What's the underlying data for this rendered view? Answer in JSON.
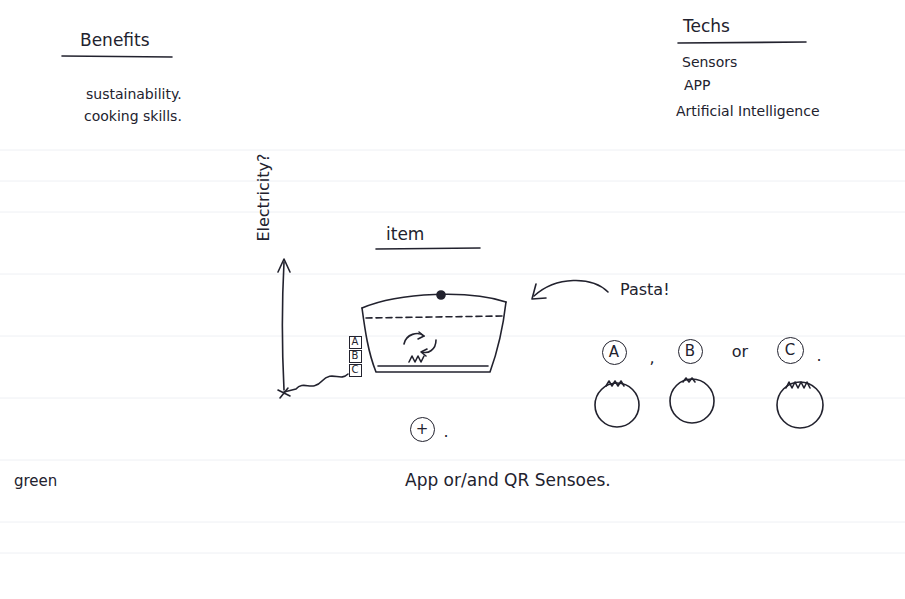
{
  "diagram": {
    "nodes": [
      {
        "text": [
          "A"
        ]
      },
      {
        "text": [
          "B"
        ]
      },
      {
        "text": [
          "C"
        ]
      },
      {
        "text": [
          "A"
        ]
      },
      {
        "text": [
          "B"
        ]
      },
      {
        "text": [
          "C"
        ]
      },
      {
        "text": [
          "+"
        ]
      }
    ],
    "labels": [
      "Benefits",
      "sustainability.",
      "cooking skills.",
      "Techs",
      "Sensors",
      "APP",
      "Artificial Intelligence",
      "Electricity?",
      "item",
      "Pasta!",
      ",",
      "or",
      ".",
      ".",
      "App or/and QR Sensoes.",
      "green"
    ]
  }
}
